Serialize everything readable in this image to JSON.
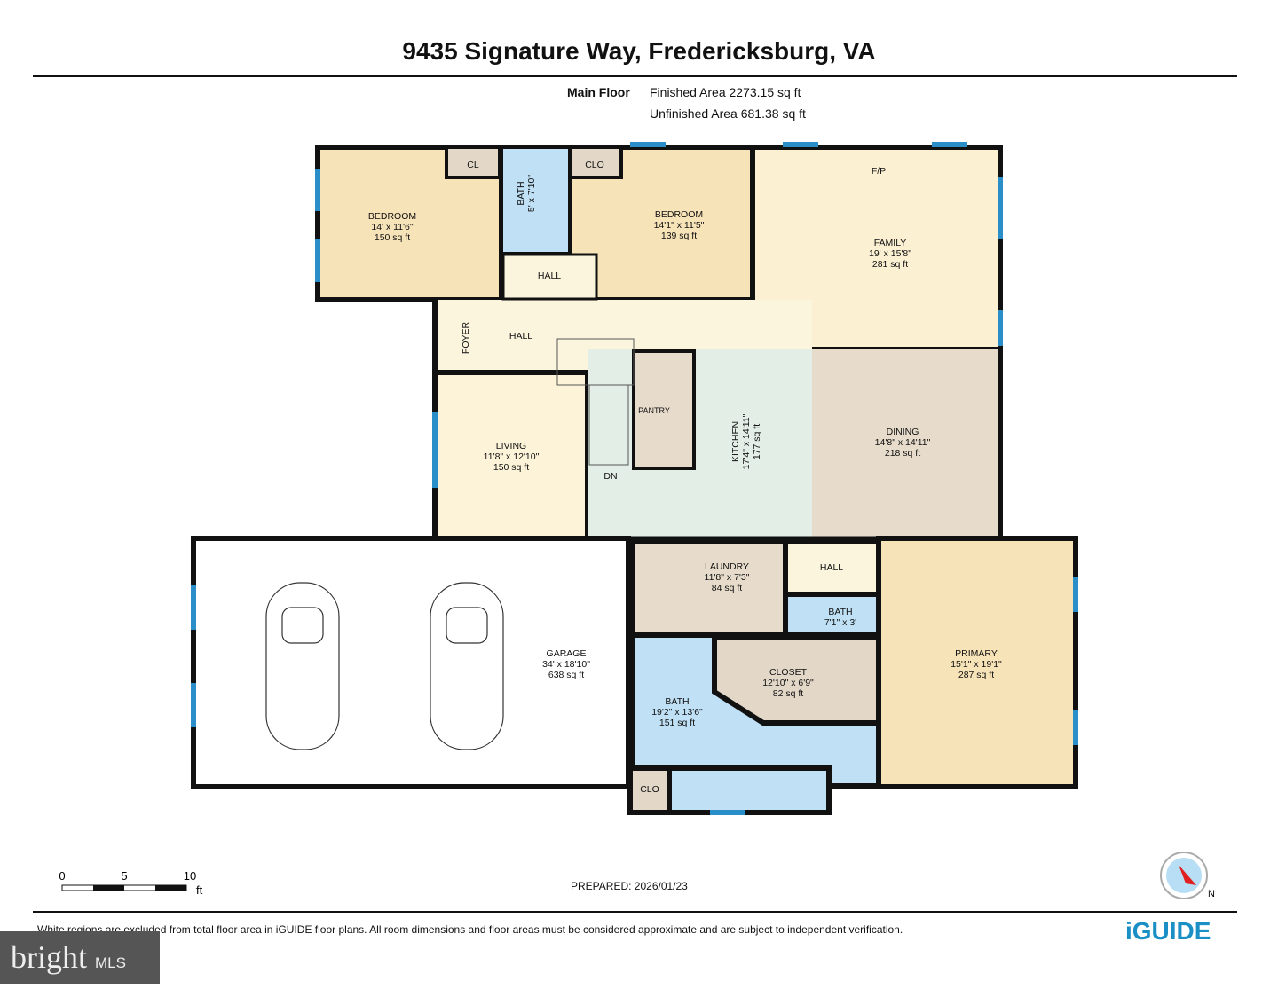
{
  "title": "9435 Signature Way, Fredericksburg, VA",
  "floor": {
    "name": "Main Floor",
    "finished": "Finished Area 2273.15 sq ft",
    "unfinished": "Unfinished Area 681.38 sq ft"
  },
  "rooms": [
    {
      "name": "BEDROOM",
      "dims": "14' x 11'6\"",
      "area": "150 sq ft"
    },
    {
      "name": "CL"
    },
    {
      "name": "BATH",
      "dims": "5' x 7'10\""
    },
    {
      "name": "CLO"
    },
    {
      "name": "BEDROOM",
      "dims": "14'1\" x 11'5\"",
      "area": "139 sq ft"
    },
    {
      "name": "HALL"
    },
    {
      "name": "FAMILY",
      "dims": "19' x 15'8\"",
      "area": "281 sq ft"
    },
    {
      "name": "F/P"
    },
    {
      "name": "FOYER"
    },
    {
      "name": "HALL"
    },
    {
      "name": "LIVING",
      "dims": "11'8\" x 12'10\"",
      "area": "150 sq ft"
    },
    {
      "name": "PANTRY"
    },
    {
      "name": "KITCHEN",
      "dims": "17'4\" x 14'11\"",
      "area": "177 sq ft"
    },
    {
      "name": "DINING",
      "dims": "14'8\" x 14'11\"",
      "area": "218 sq ft"
    },
    {
      "name": "DN"
    },
    {
      "name": "GARAGE",
      "dims": "34' x 18'10\"",
      "area": "638 sq ft"
    },
    {
      "name": "LAUNDRY",
      "dims": "11'8\" x 7'3\"",
      "area": "84 sq ft"
    },
    {
      "name": "HALL"
    },
    {
      "name": "BATH",
      "dims": "7'1\" x 3'"
    },
    {
      "name": "PRIMARY",
      "dims": "15'1\" x 19'1\"",
      "area": "287 sq ft"
    },
    {
      "name": "CLOSET",
      "dims": "12'10\" x 6'9\"",
      "area": "82 sq ft"
    },
    {
      "name": "BATH",
      "dims": "19'2\" x 13'6\"",
      "area": "151 sq ft"
    },
    {
      "name": "CLO"
    }
  ],
  "scale": {
    "ticks": [
      "0",
      "5",
      "10"
    ],
    "unit": "ft"
  },
  "prepared": "PREPARED: 2026/01/23",
  "compass": "N",
  "disclaimer": "White regions are excluded from total floor area in iGUIDE floor plans. All room dimensions and floor areas must be considered approximate and are subject to independent verification.",
  "brand": "iGUIDE",
  "watermark": {
    "main": "bright",
    "sub": "MLS"
  },
  "colors": {
    "bedroom": "#f7e3b8",
    "bath": "#bfe0f5",
    "closet": "#e3d8c8",
    "kitchen": "#e3eee6",
    "dining": "#e7dccb",
    "hall": "#fcf5dd",
    "window": "#2a8fc8",
    "wall": "#111111"
  }
}
